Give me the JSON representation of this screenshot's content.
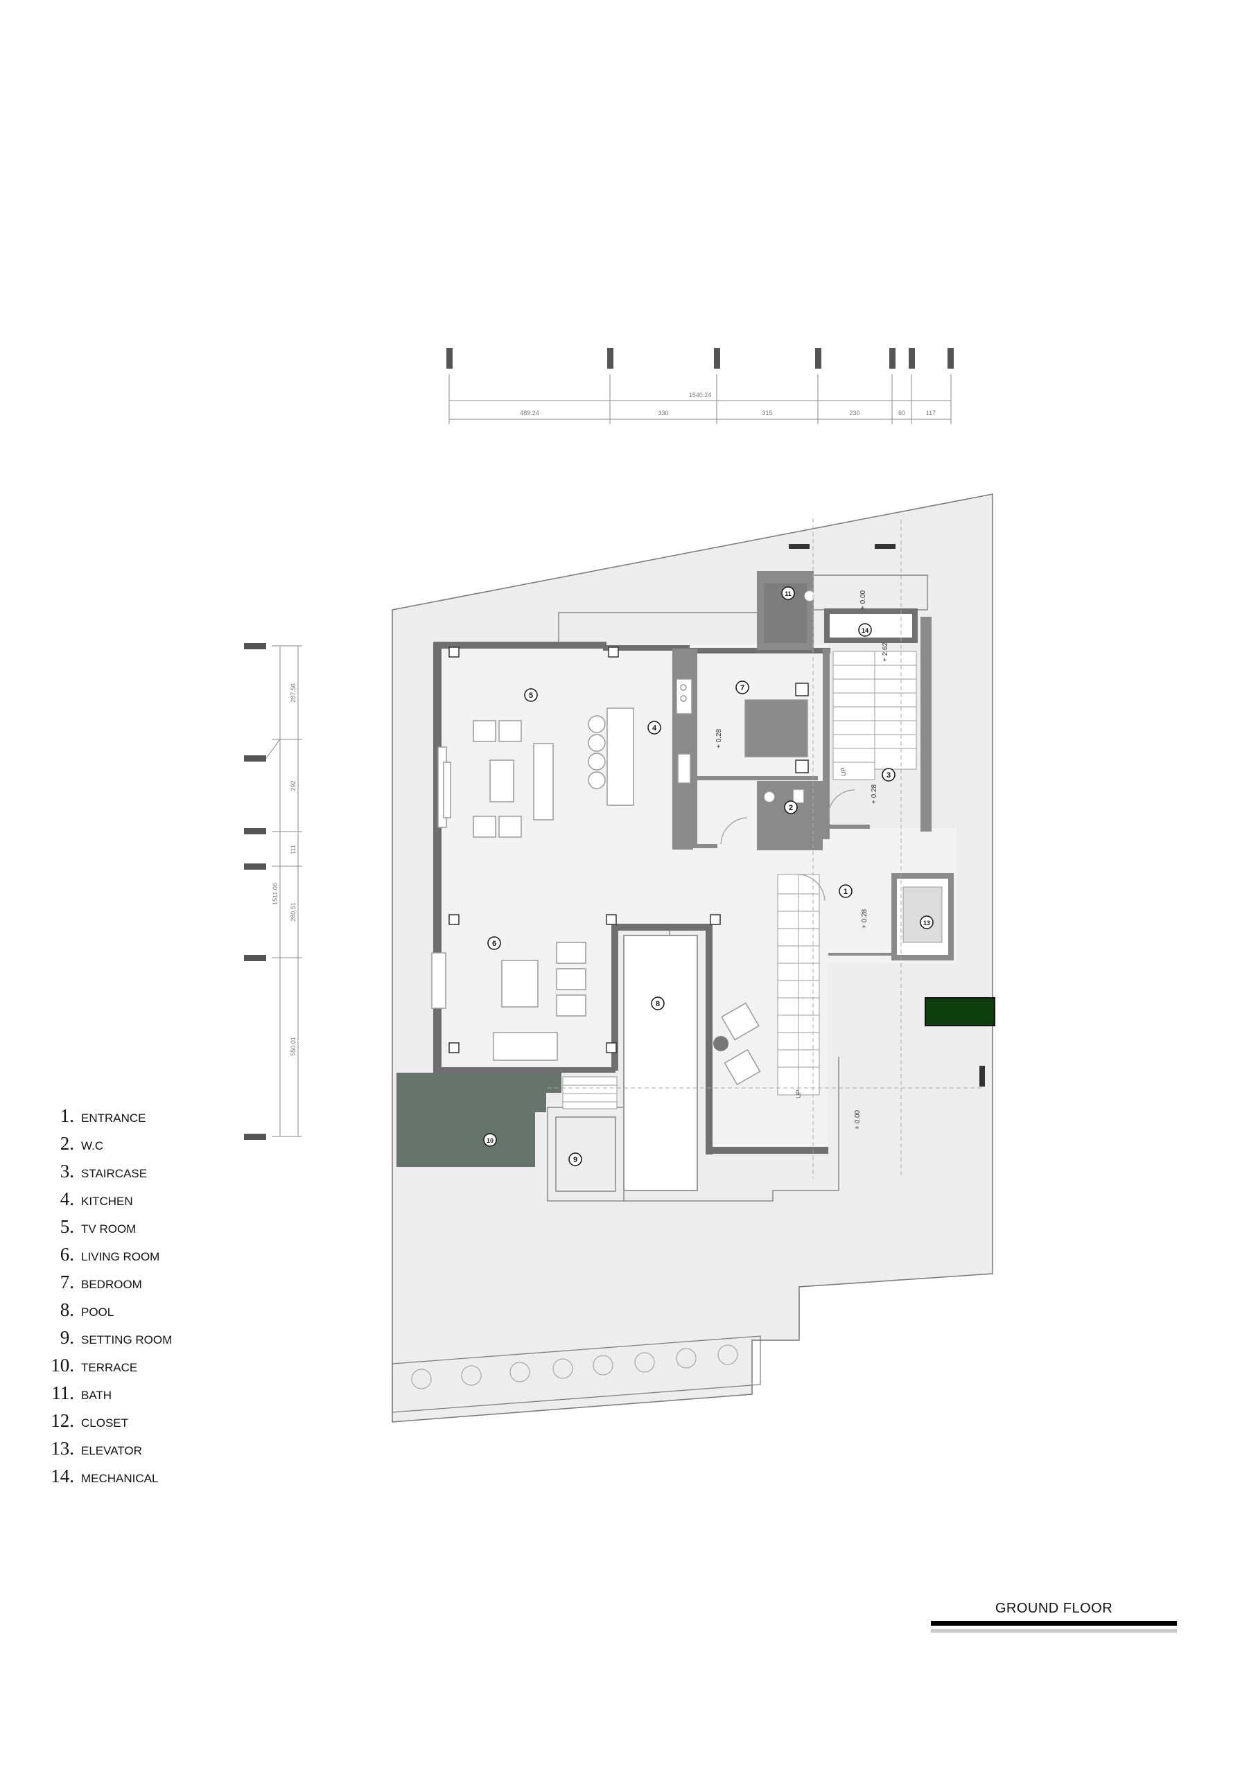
{
  "title": "GROUND FLOOR",
  "legend": [
    {
      "num": "1.",
      "label": "ENTRANCE"
    },
    {
      "num": "2.",
      "label": "W.C"
    },
    {
      "num": "3.",
      "label": "STAIRCASE"
    },
    {
      "num": "4.",
      "label": "KITCHEN"
    },
    {
      "num": "5.",
      "label": "TV ROOM"
    },
    {
      "num": "6.",
      "label": "LIVING ROOM"
    },
    {
      "num": "7.",
      "label": "BEDROOM"
    },
    {
      "num": "8.",
      "label": "POOL"
    },
    {
      "num": "9.",
      "label": "SETTING ROOM"
    },
    {
      "num": "10.",
      "label": "TERRACE"
    },
    {
      "num": "11.",
      "label": "BATH"
    },
    {
      "num": "12.",
      "label": "CLOSET"
    },
    {
      "num": "13.",
      "label": "ELEVATOR"
    },
    {
      "num": "14.",
      "label": "MECHANICAL"
    }
  ],
  "dimensions": {
    "top_total": "1540.24",
    "top_segments": [
      "489.24",
      "330",
      "315",
      "230",
      "60",
      "117"
    ],
    "left_total": "1511.06",
    "left_segments": [
      "287.56",
      "292",
      "111",
      "280.51",
      "550.01"
    ]
  },
  "levels": [
    "+ 0.00",
    "+ 2.62",
    "+ 0.28",
    "+ 0.28",
    "+ 0.28",
    "+ 0.00"
  ],
  "room_markers": [
    "1",
    "2",
    "3",
    "4",
    "5",
    "6",
    "7",
    "8",
    "9",
    "10",
    "11",
    "13",
    "14"
  ],
  "stair_label": "UP",
  "colors": {
    "site": "#ededed",
    "wall": "#6f6f6f",
    "wet_room": "#8a8a8a",
    "terrace": "#66736b",
    "grille": "#0e3d0e",
    "line": "#9a9a9a"
  }
}
